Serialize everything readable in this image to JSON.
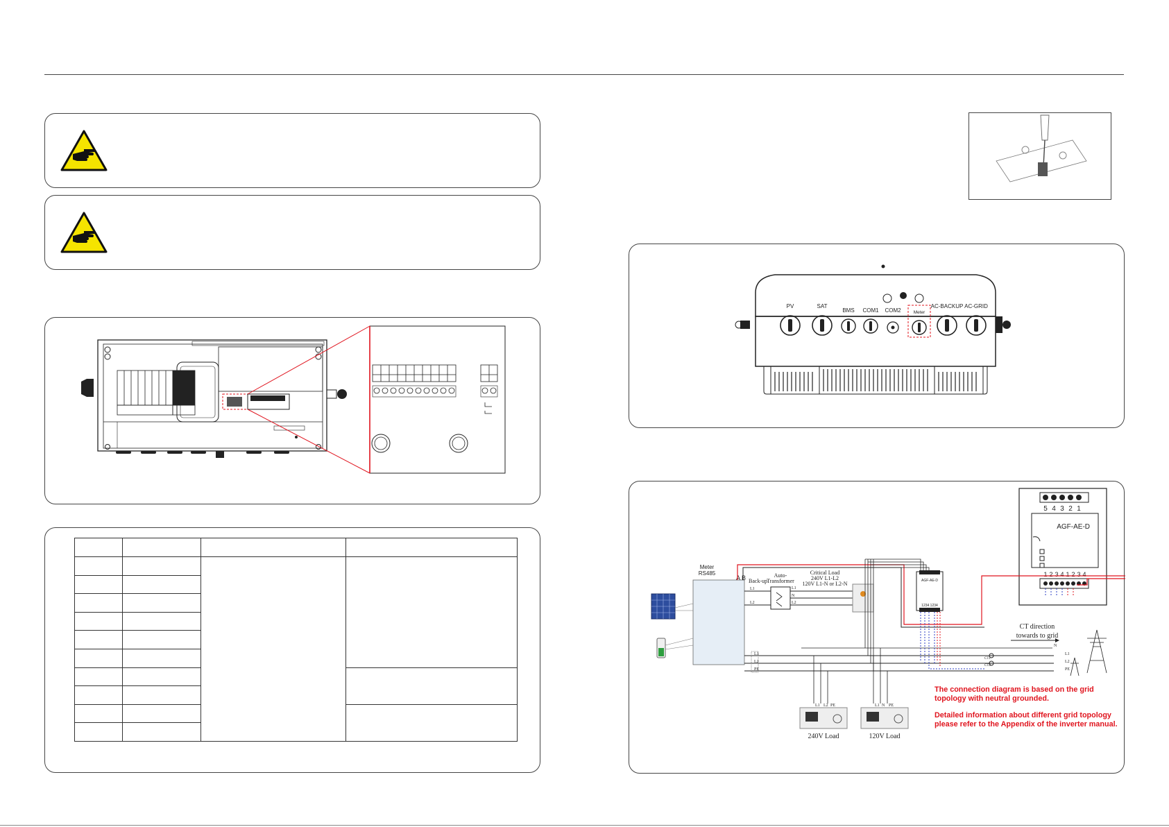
{
  "connectors": {
    "labels": [
      "PV",
      "SAT",
      "BMS",
      "COM1",
      "COM2",
      "Meter",
      "AC-BACKUP",
      "AC-GRID"
    ]
  },
  "meter_diagram": {
    "meter_pins": [
      "5",
      "4",
      "3",
      "2",
      "1"
    ],
    "meter_model": "AGF-AE-D",
    "ct_pins": [
      "1",
      "2",
      "3",
      "4",
      "1",
      "2",
      "3",
      "4"
    ],
    "small_meter_pins": "1234 1234",
    "inverter_label_line1": "Meter",
    "inverter_label_line2": "RS485",
    "pin_a": "A",
    "pin_b": "B",
    "backup_label": "Back-up",
    "auto_transformer_line1": "Auto-",
    "auto_transformer_line2": "Transformer",
    "critical_load_line1": "Critical Load",
    "critical_load_line2": "240V L1-L2",
    "critical_load_line3": "120V L1-N or L2-N",
    "ct_direction_line1": "CT direction",
    "ct_direction_line2": "towards to grid",
    "line_l1": "L1",
    "line_l2": "L2",
    "line_n": "N",
    "line_pe": "PE",
    "load_240": "240V Load",
    "load_120": "120V Load",
    "ct1": "CT1",
    "ct2": "CT2",
    "note_line1": "The connection diagram is based on the grid",
    "note_line2": "topology with neutral grounded.",
    "note_line3": "Detailed information about different grid topology",
    "note_line4": "please refer to the Appendix of the inverter manual."
  },
  "colors": {
    "warning_yellow": "#f5e400",
    "highlight_red": "#e0141e",
    "line_blue": "#2b3cc4",
    "outline": "#444444"
  }
}
